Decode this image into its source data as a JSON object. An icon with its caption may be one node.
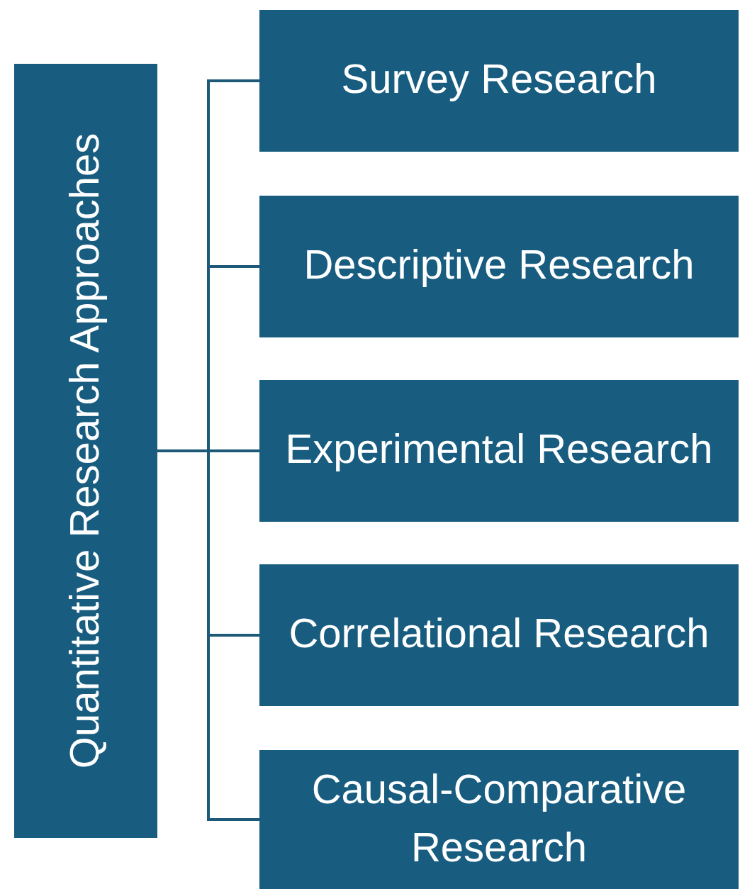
{
  "diagram": {
    "nodes": [
      {
        "text": [
          "Quantitative Research Approaches"
        ]
      },
      {
        "text": [
          "Survey Research"
        ]
      },
      {
        "text": [
          "Descriptive Research"
        ]
      },
      {
        "text": [
          "Experimental Research"
        ]
      },
      {
        "text": [
          "Correlational Research"
        ]
      },
      {
        "text": [
          "Causal-Comparative Research"
        ]
      }
    ],
    "edges": [
      {
        "from": 0,
        "to": 1,
        "arrow": "none"
      },
      {
        "from": 0,
        "to": 2,
        "arrow": "none"
      },
      {
        "from": 0,
        "to": 3,
        "arrow": "none"
      },
      {
        "from": 0,
        "to": 4,
        "arrow": "none"
      },
      {
        "from": 0,
        "to": 5,
        "arrow": "none"
      }
    ]
  }
}
